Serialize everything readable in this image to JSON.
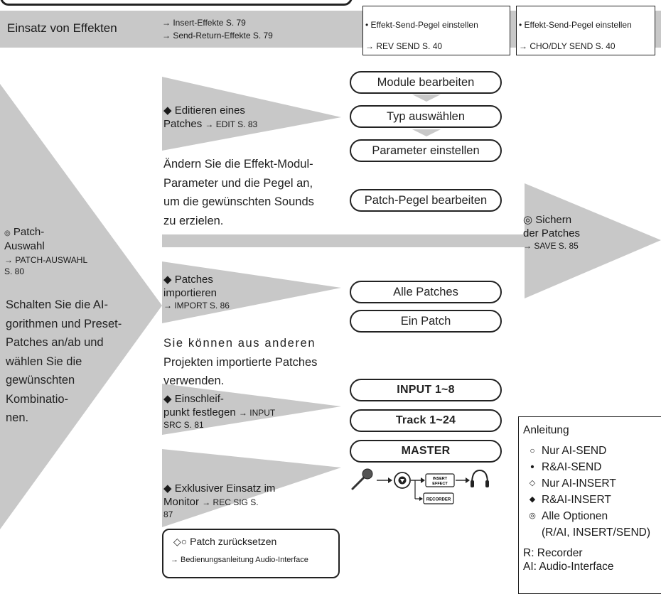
{
  "top_band": {
    "title": "Einsatz von Effekten",
    "ref1": "→ Insert-Effekte S. 79",
    "ref2": "→ Send-Return-Effekte S. 79",
    "box1_line1": "• Effekt-Send-Pegel einstellen",
    "box1_line2": "→ REV SEND S. 40",
    "box2_line1": "• Effekt-Send-Pegel einstellen",
    "box2_line2": "→ CHO/DLY SEND S. 40"
  },
  "patch_auswahl": {
    "symbol": "◎",
    "title_line1": "Patch-",
    "title_line2": "Auswahl",
    "ref_line1": "→ PATCH-AUSWAHL",
    "ref_line2": "S. 80",
    "body": [
      "Schalten Sie die AI-",
      "gorithmen und Preset-",
      "Patches an/ab und",
      "wählen Sie die",
      "gewünschten",
      "Kombinatio-",
      "nen."
    ]
  },
  "editieren": {
    "title_line1": "◆ Editieren eines",
    "title_line2": "Patches",
    "ref": "→ EDIT S. 83",
    "steps": [
      "Module bearbeiten",
      "Typ auswählen",
      "Parameter einstellen"
    ],
    "body": [
      "Ändern Sie die Effekt-Modul-",
      "Parameter und die Pegel an,",
      "um die gewünschten Sounds",
      "zu erzielen."
    ],
    "patch_pegel": "Patch-Pegel bearbeiten"
  },
  "sichern": {
    "title_line1": "◎ Sichern",
    "title_line2": "der Patches",
    "ref": "→ SAVE S. 85"
  },
  "importieren": {
    "title_line1": "◆ Patches",
    "title_line2": "importieren",
    "ref": "→ IMPORT S. 86",
    "options": [
      "Alle Patches",
      "Ein Patch"
    ],
    "body": [
      "Sie können aus anderen",
      "Projekten importierte Patches",
      "verwenden."
    ]
  },
  "einschleif": {
    "title_line1": "◆ Einschleif-",
    "title_line2": "punkt festlegen",
    "ref_line1": "→ INPUT",
    "ref_line2": "SRC S. 81",
    "options": [
      "INPUT 1~8",
      "Track 1~24",
      "MASTER"
    ]
  },
  "monitor": {
    "title_line1": "◆ Exklusiver Einsatz im",
    "title_line2": "Monitor",
    "ref_line1": "→ REC SIG S.",
    "ref_line2": "87",
    "insert_effect_line1": "INSERT",
    "insert_effect_line2": "EFFECT",
    "recorder": "RECORDER"
  },
  "reset": {
    "title": "◇○ Patch zurücksetzen",
    "ref": "→ Bedienungsanleitung Audio-Interface"
  },
  "legend": {
    "title": "Anleitung",
    "items": [
      {
        "symbol": "○",
        "label": "Nur AI-SEND"
      },
      {
        "symbol": "•",
        "label": "R&AI-SEND"
      },
      {
        "symbol": "◇",
        "label": "Nur AI-INSERT"
      },
      {
        "symbol": "◆",
        "label": "R&AI-INSERT"
      },
      {
        "symbol": "◎",
        "label": "Alle Optionen"
      }
    ],
    "item5_line2": "(R/AI, INSERT/SEND)",
    "footer1": "R: Recorder",
    "footer2": "AI: Audio-Interface"
  }
}
